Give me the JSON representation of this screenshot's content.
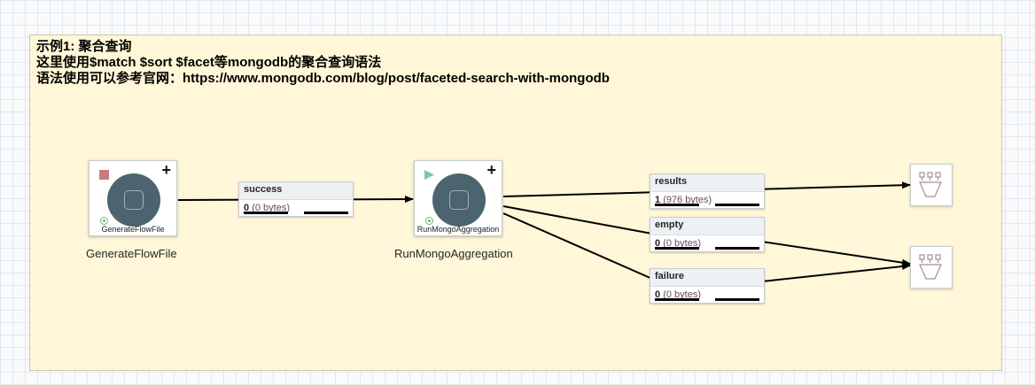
{
  "label": {
    "lines": [
      "示例1: 聚合查询",
      "这里使用$match $sort $facet等mongodb的聚合查询语法",
      "语法使用可以参考官网：https://www.mongodb.com/blog/post/faceted-search-with-mongodb"
    ]
  },
  "processors": [
    {
      "name": "GenerateFlowFile",
      "status": "stopped"
    },
    {
      "name": "RunMongoAggregation",
      "status": "running"
    }
  ],
  "connections": [
    {
      "relationship": "success",
      "queued_count": "0",
      "queued_size": "(0 bytes)"
    },
    {
      "relationship": "results",
      "queued_count": "1",
      "queued_size": "(976 bytes)"
    },
    {
      "relationship": "empty",
      "queued_count": "0",
      "queued_size": "(0 bytes)"
    },
    {
      "relationship": "failure",
      "queued_count": "0",
      "queued_size": "(0 bytes)"
    }
  ],
  "icons": {
    "add": "+",
    "processor": "processor-icon",
    "funnel": "funnel-icon",
    "stopped": "stop-icon",
    "running": "play-icon",
    "valid": "valid-icon"
  },
  "colors": {
    "label_bg": "#fff7d7",
    "processor_circle": "#4c6470",
    "stopped": "#c97b7b",
    "running": "#7dc7a0",
    "valid": "#5fbc6f"
  }
}
